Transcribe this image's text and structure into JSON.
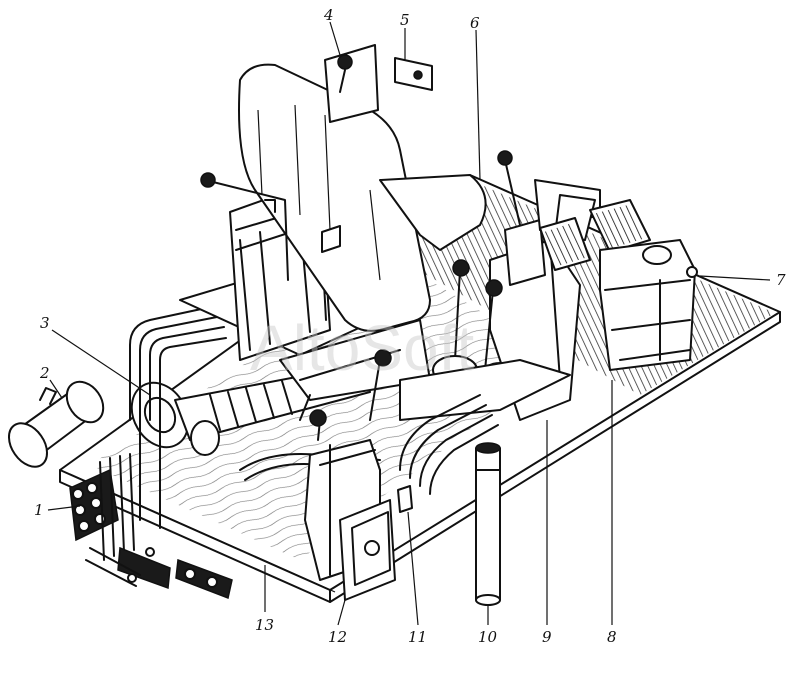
{
  "watermark": "AltoSoft",
  "callouts": [
    {
      "id": "1",
      "label": "1"
    },
    {
      "id": "2",
      "label": "2"
    },
    {
      "id": "3",
      "label": "3"
    },
    {
      "id": "4",
      "label": "4"
    },
    {
      "id": "5",
      "label": "5"
    },
    {
      "id": "6",
      "label": "6"
    },
    {
      "id": "7",
      "label": "7"
    },
    {
      "id": "8",
      "label": "8"
    },
    {
      "id": "9",
      "label": "9"
    },
    {
      "id": "10",
      "label": "10"
    },
    {
      "id": "11",
      "label": "11"
    },
    {
      "id": "12",
      "label": "12"
    },
    {
      "id": "13",
      "label": "13"
    }
  ]
}
